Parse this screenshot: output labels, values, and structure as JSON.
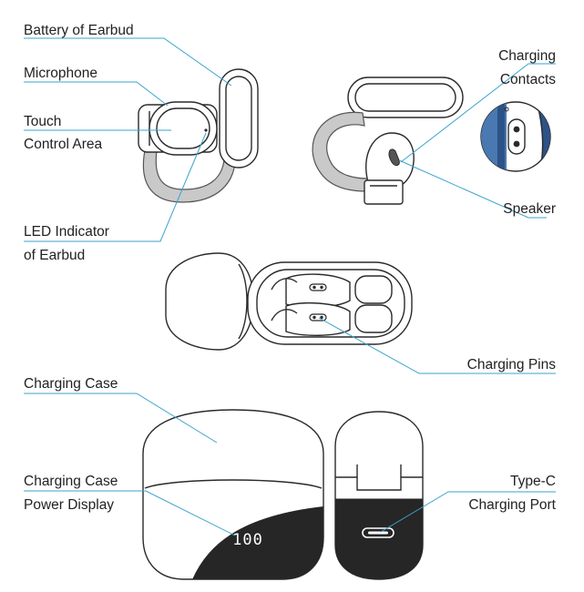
{
  "labels": {
    "battery_of_earbud": "Battery of Earbud",
    "microphone": "Microphone",
    "touch_control_line1": "Touch",
    "touch_control_line2": "Control Area",
    "led_indicator_line1": "LED Indicator",
    "led_indicator_line2": "of Earbud",
    "charging_contacts_line1": "Charging",
    "charging_contacts_line2": "Contacts",
    "speaker": "Speaker",
    "charging_pins": "Charging Pins",
    "charging_case": "Charging Case",
    "power_display_line1": "Charging Case",
    "power_display_line2": "Power Display",
    "type_c_line1": "Type-C",
    "type_c_line2": "Charging Port"
  },
  "power_display_value": "100"
}
